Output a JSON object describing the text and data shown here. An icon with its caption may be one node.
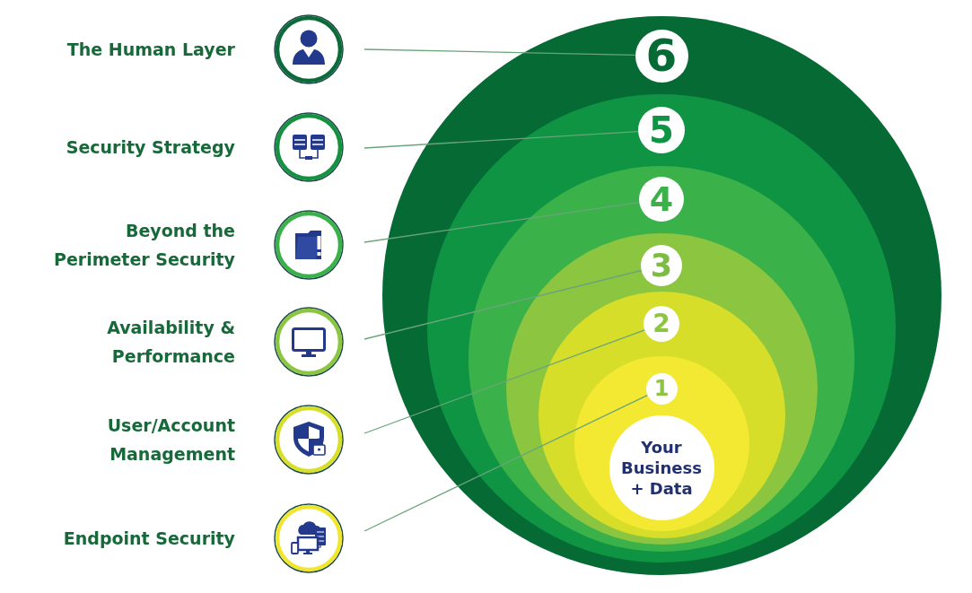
{
  "diagram": {
    "nodes": [
      {
        "text": [],
        "shape": "picture",
        "beside": [
          "The Human Layer"
        ]
      },
      {
        "text": [],
        "shape": "picture",
        "beside": [
          "Security Strategy"
        ]
      },
      {
        "text": [],
        "shape": "picture",
        "beside": [
          "Beyond the Perimeter Security"
        ]
      },
      {
        "text": [],
        "shape": "picture",
        "beside": [
          "Availability & Performance"
        ]
      },
      {
        "text": [],
        "shape": "picture",
        "beside": [
          "User/Account Management"
        ]
      },
      {
        "text": [],
        "shape": "picture",
        "beside": [
          "Endpoint Security"
        ]
      },
      {
        "text": [],
        "shape": "circle"
      },
      {
        "text": [
          "6"
        ],
        "in": 6
      },
      {
        "text": [],
        "shape": "circle",
        "in": 6
      },
      {
        "text": [
          "5"
        ],
        "in": 8
      },
      {
        "text": [],
        "shape": "circle",
        "in": 8
      },
      {
        "text": [
          "4"
        ],
        "in": 10
      },
      {
        "text": [],
        "shape": "circle",
        "in": 10
      },
      {
        "text": [
          "3"
        ],
        "in": 12
      },
      {
        "text": [],
        "shape": "circle",
        "in": 12
      },
      {
        "text": [
          "2"
        ],
        "in": 14
      },
      {
        "text": [],
        "shape": "circle",
        "in": 14
      },
      {
        "text": [
          "1"
        ],
        "in": 16
      },
      {
        "text": [
          "Your Business + Data"
        ],
        "in": 16
      }
    ],
    "edges": [
      {
        "from": 0,
        "to": 7,
        "arrow": "none"
      },
      {
        "from": 1,
        "to": 9,
        "arrow": "none"
      },
      {
        "from": 2,
        "to": 11,
        "arrow": "none"
      },
      {
        "from": 3,
        "to": 13,
        "arrow": "none"
      },
      {
        "from": 4,
        "to": 15,
        "arrow": "none"
      },
      {
        "from": 5,
        "to": 17,
        "arrow": "none"
      }
    ]
  }
}
